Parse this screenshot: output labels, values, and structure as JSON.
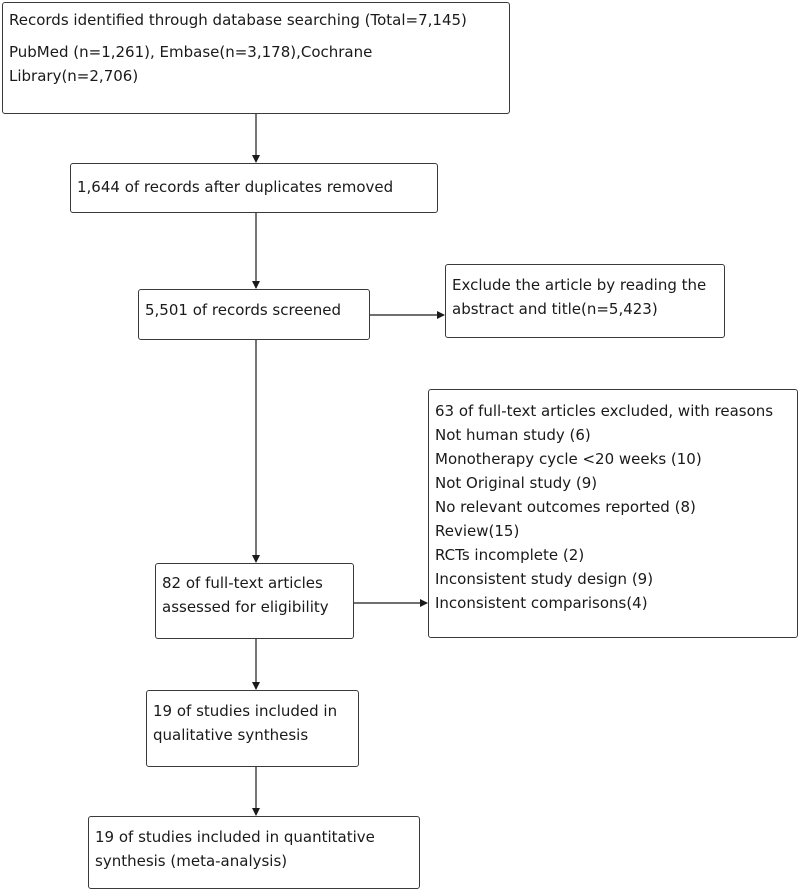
{
  "flowchart": {
    "identified": {
      "title": "Records identified through database searching (Total=7,145)",
      "sources_line1": "PubMed (n=1,261), Embase(n=3,178),Cochrane",
      "sources_line2": "Library(n=2,706)"
    },
    "after_duplicates": {
      "text": "1,644 of records after duplicates removed"
    },
    "screened": {
      "text": "5,501 of records screened"
    },
    "excluded_abstract": {
      "line1": "Exclude the article by reading the",
      "line2": "abstract and title(n=5,423)"
    },
    "fulltext_excluded": {
      "title": "63 of full-text articles excluded, with reasons",
      "reasons": [
        "Not human study (6)",
        "Monotherapy cycle <20 weeks (10)",
        "Not Original study (9)",
        "No relevant outcomes reported (8)",
        "Review(15)",
        "RCTs incomplete (2)",
        "Inconsistent study design (9)",
        "Inconsistent comparisons(4)"
      ]
    },
    "fulltext_assessed": {
      "line1": "82 of full-text articles",
      "line2": "assessed for eligibility"
    },
    "qualitative": {
      "line1": "19 of studies included in",
      "line2": "qualitative synthesis"
    },
    "quantitative": {
      "line1": "19 of studies included in quantitative",
      "line2": "synthesis (meta-analysis)"
    }
  },
  "colors": {
    "line": "#1a1a1a",
    "border": "#3a3a3a",
    "text": "#1a1a1a",
    "background": "#ffffff"
  }
}
